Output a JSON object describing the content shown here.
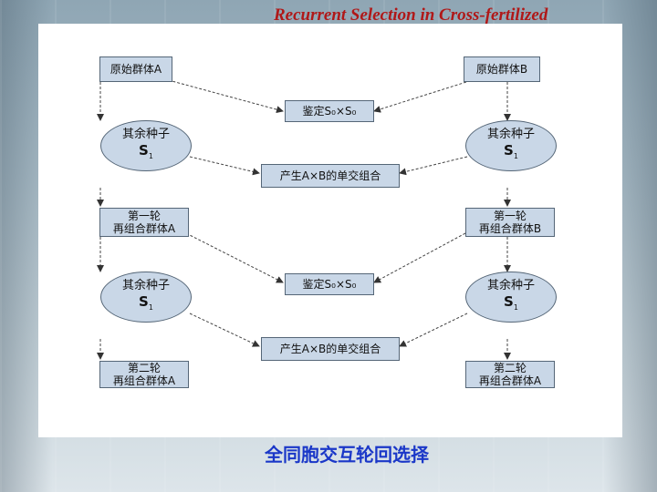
{
  "slide": {
    "title": "Recurrent Selection in Cross-fertilized",
    "caption": "全同胞交互轮回选择"
  },
  "diagram": {
    "pop_a": "原始群体A",
    "pop_b": "原始群体B",
    "center1": "鉴定S₀×S₀",
    "center2": "产生A×B的单交组合",
    "center3": "鉴定S₀×S₀",
    "center4": "产生A×B的单交组合",
    "seed_label": "其余种子",
    "seed_symbol": "S",
    "seed_sub": "1",
    "round1_l1": "第一轮",
    "round1_a": "再组合群体A",
    "round1_b": "再组合群体B",
    "round2_l1": "第二轮",
    "round2_a": "再组合群体A",
    "round2_b": "再组合群体A"
  }
}
